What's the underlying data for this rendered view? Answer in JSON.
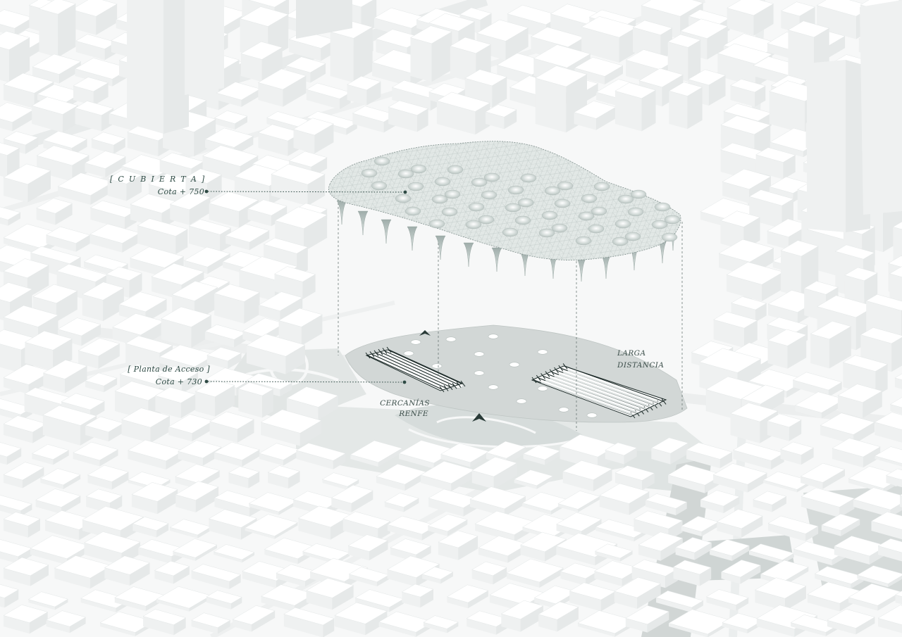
{
  "labels": {
    "roof_title": "[ C U B I E R T A ]",
    "roof_level": "Cota   + 750",
    "access_title": "[ Planta de Acceso ]",
    "access_level": "Cota   + 730",
    "cercanias_line1": "CERCANÍAS",
    "cercanias_line2": "RENFE",
    "larga_line1": "LARGA",
    "larga_line2": "DISTANCIA"
  },
  "colors": {
    "ink": "#2e4a44",
    "roof": "#dfe6e4",
    "platform": "#d2d7d6",
    "park": "#dde2e1",
    "building": "#ffffff",
    "background": "#f7f8f8"
  },
  "icons": {
    "north_arrow": "chevron-arrow-icon",
    "leader_dot": "dot-icon"
  }
}
